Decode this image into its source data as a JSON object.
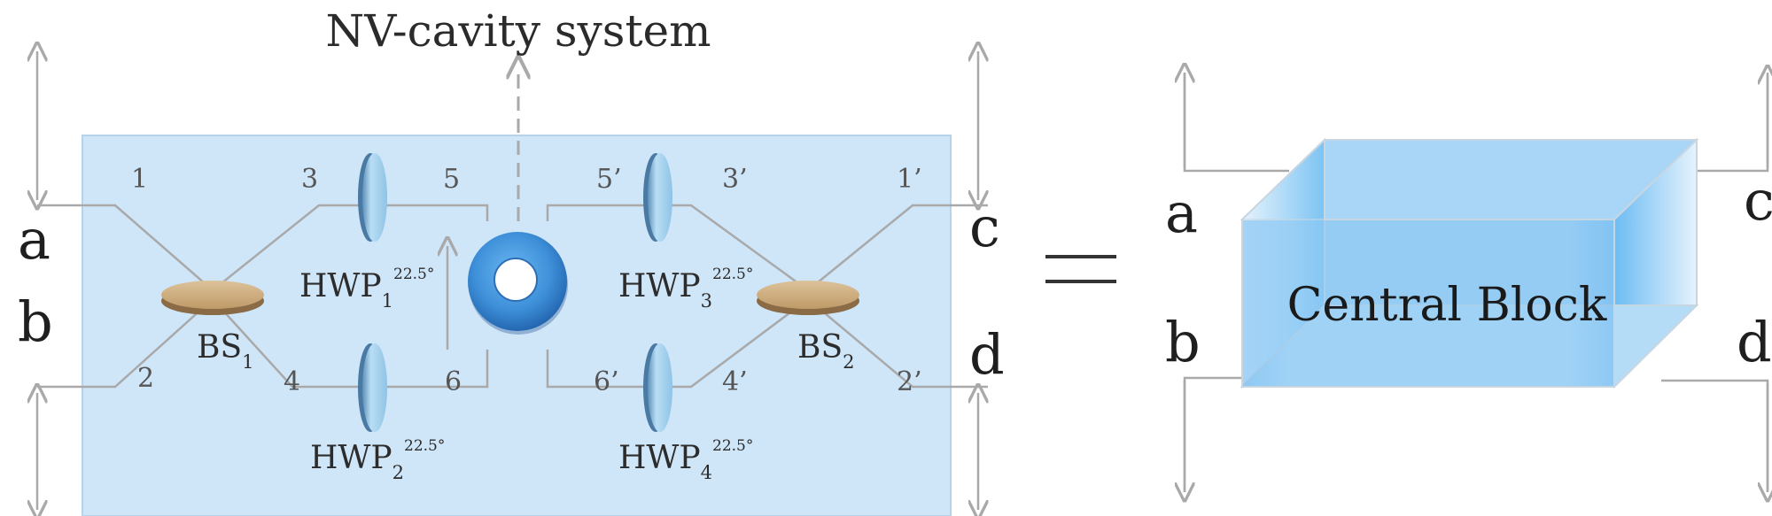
{
  "title": "NV-cavity system",
  "ports_left": {
    "a": "a",
    "b": "b",
    "c": "c",
    "d": "d"
  },
  "ports_right": {
    "a": "a",
    "b": "b",
    "c": "c",
    "d": "d"
  },
  "path_numbers": [
    "1",
    "2",
    "3",
    "4",
    "5",
    "6",
    "5’",
    "6’",
    "3’",
    "4’",
    "1’",
    "2’"
  ],
  "beam_splitters": [
    {
      "main": "BS",
      "sub": "1"
    },
    {
      "main": "BS",
      "sub": "2"
    }
  ],
  "waveplates": [
    {
      "main": "HWP",
      "sub": "1",
      "sup": "22.5°"
    },
    {
      "main": "HWP",
      "sub": "2",
      "sup": "22.5°"
    },
    {
      "main": "HWP",
      "sub": "3",
      "sup": "22.5°"
    },
    {
      "main": "HWP",
      "sub": "4",
      "sup": "22.5°"
    }
  ],
  "equals": "=",
  "central_block": "Central Block",
  "colors": {
    "panel": "#cfe5f8",
    "line": "#a9a9a9",
    "bs": "#d3b488",
    "hwp": "#a6d3ef",
    "ring": "#3d8fd8",
    "block": "#5db3f0"
  }
}
